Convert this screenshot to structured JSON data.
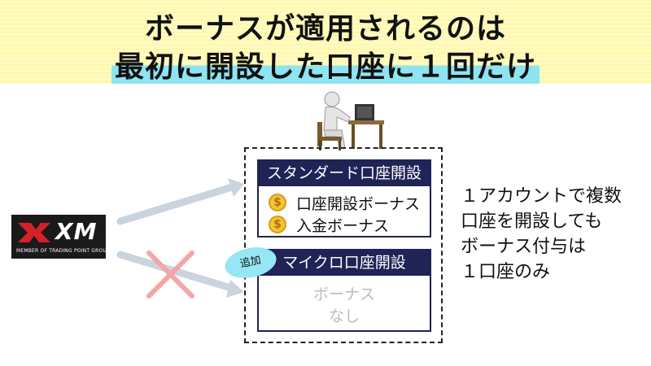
{
  "header": {
    "line1": "ボーナスが適用されるのは",
    "line2": "最初に開設した口座に１回だけ"
  },
  "logo": {
    "text": "XM",
    "subtext": "MEMBER OF TRADING POINT GROUP"
  },
  "standard_account": {
    "title": "スタンダード口座開設",
    "items": [
      {
        "icon": "dollar-coin-icon",
        "glyph": "$",
        "label": "口座開設ボーナス"
      },
      {
        "icon": "dollar-coin-icon",
        "glyph": "$",
        "label": "入金ボーナス"
      }
    ]
  },
  "micro_account": {
    "badge": "追加",
    "title": "マイクロ口座開設",
    "none_line1": "ボーナス",
    "none_line2": "なし"
  },
  "side_note": {
    "lines": [
      "１アカウントで複数",
      "口座を開設しても",
      "ボーナス付与は",
      "１口座のみ"
    ]
  },
  "colors": {
    "header_bg": "#fff8b0",
    "highlight": "#8de4f3",
    "card_header": "#1f2356",
    "badge": "#96e6f5",
    "cross": "#f4a6a6",
    "arrow": "#c9d4df"
  }
}
